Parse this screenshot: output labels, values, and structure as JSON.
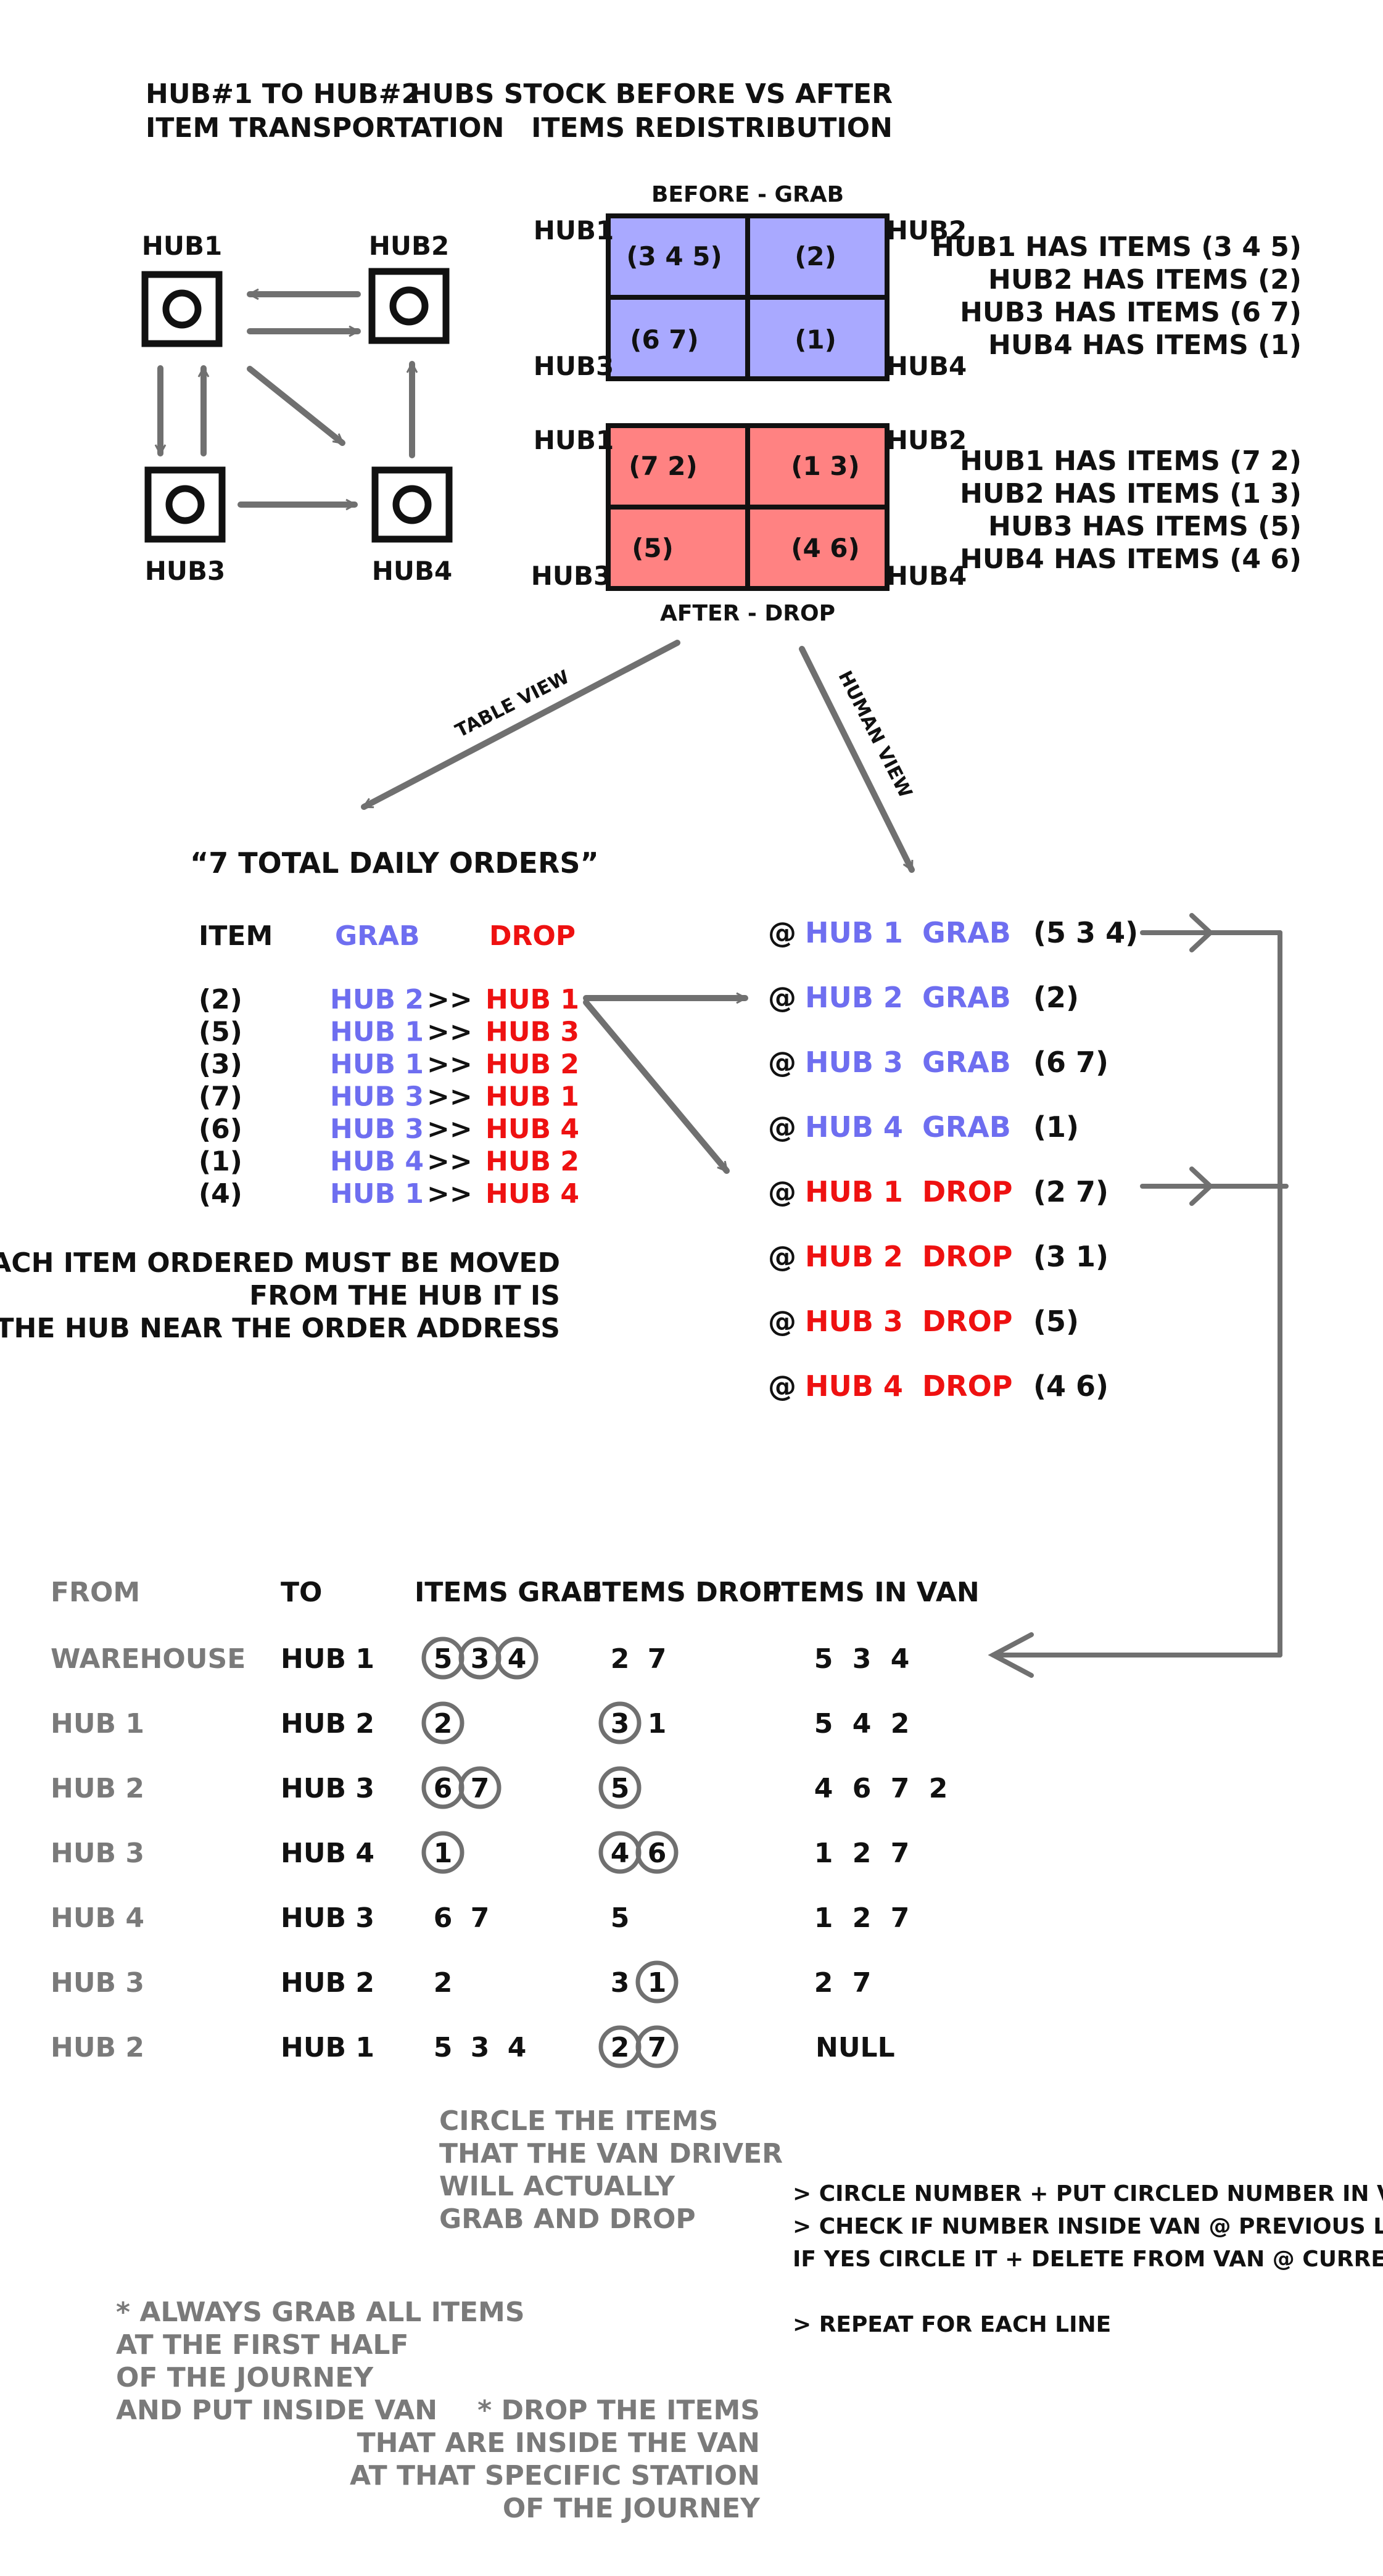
{
  "transport": {
    "title_line1": "HUB#1 TO HUB#2",
    "title_line2": "ITEM TRANSPORTATION",
    "hubs": [
      "HUB1",
      "HUB2",
      "HUB3",
      "HUB4"
    ]
  },
  "stock": {
    "title_line1": "HUBS STOCK BEFORE VS AFTER",
    "title_line2": "ITEMS REDISTRIBUTION",
    "before_label": "BEFORE - GRAB",
    "after_label": "AFTER - DROP",
    "hub_labels": [
      "HUB1",
      "HUB2",
      "HUB3",
      "HUB4"
    ],
    "before_cells": [
      "(3 4 5)",
      "(2)",
      "(6 7)",
      "(1)"
    ],
    "after_cells": [
      "(7 2)",
      "(1 3)",
      "(5)",
      "(4 6)"
    ],
    "before_text": [
      "HUB1 HAS ITEMS (3 4 5)",
      "HUB2 HAS ITEMS (2)",
      "HUB3 HAS ITEMS (6 7)",
      "HUB4 HAS ITEMS (1)"
    ],
    "after_text": [
      "HUB1 HAS ITEMS (7 2)",
      "HUB2 HAS ITEMS (1 3)",
      "HUB3 HAS ITEMS (5)",
      "HUB4 HAS ITEMS (4 6)"
    ]
  },
  "views": {
    "table_view": "TABLE VIEW",
    "human_view": "HUMAN VIEW"
  },
  "orders": {
    "title": "“7 TOTAL DAILY ORDERS”",
    "headers": [
      "ITEM",
      "GRAB",
      "DROP"
    ],
    "separator": ">>",
    "rows": [
      [
        "(2)",
        "HUB 2",
        "HUB 1"
      ],
      [
        "(5)",
        "HUB 1",
        "HUB 3"
      ],
      [
        "(3)",
        "HUB 1",
        "HUB 2"
      ],
      [
        "(7)",
        "HUB 3",
        "HUB 1"
      ],
      [
        "(6)",
        "HUB 3",
        "HUB 4"
      ],
      [
        "(1)",
        "HUB 4",
        "HUB 2"
      ],
      [
        "(4)",
        "HUB 1",
        "HUB 4"
      ]
    ],
    "note": [
      "EACH ITEM ORDERED MUST BE MOVED",
      "FROM THE HUB IT IS",
      "TO THE HUB NEAR THE ORDER ADDRESS"
    ]
  },
  "human": {
    "rows": [
      [
        "@",
        "HUB 1",
        "GRAB",
        "(5 3 4)"
      ],
      [
        "@",
        "HUB 2",
        "GRAB",
        "(2)"
      ],
      [
        "@",
        "HUB 3",
        "GRAB",
        "(6 7)"
      ],
      [
        "@",
        "HUB 4",
        "GRAB",
        "(1)"
      ],
      [
        "@",
        "HUB 1",
        "DROP",
        "(2 7)"
      ],
      [
        "@",
        "HUB 2",
        "DROP",
        "(3 1)"
      ],
      [
        "@",
        "HUB 3",
        "DROP",
        "(5)"
      ],
      [
        "@",
        "HUB 4",
        "DROP",
        "(4 6)"
      ]
    ]
  },
  "route": {
    "headers": [
      "FROM",
      "TO",
      "ITEMS GRAB",
      "ITEMS DROP",
      "ITEMS IN VAN"
    ],
    "rows": [
      {
        "from": "WAREHOUSE",
        "to": "HUB 1",
        "grab": [
          "5",
          "3",
          "4"
        ],
        "grab_circled": [
          true,
          true,
          true
        ],
        "drop": [
          "2",
          "7"
        ],
        "drop_circled": [
          false,
          false
        ],
        "van": [
          "5",
          "3",
          "4"
        ]
      },
      {
        "from": "HUB 1",
        "to": "HUB 2",
        "grab": [
          "2"
        ],
        "grab_circled": [
          true
        ],
        "drop": [
          "3",
          "1"
        ],
        "drop_circled": [
          true,
          false
        ],
        "van": [
          "5",
          "4",
          "2"
        ]
      },
      {
        "from": "HUB 2",
        "to": "HUB 3",
        "grab": [
          "6",
          "7"
        ],
        "grab_circled": [
          true,
          true
        ],
        "drop": [
          "5"
        ],
        "drop_circled": [
          true
        ],
        "van": [
          "4",
          "6",
          "7",
          "2"
        ]
      },
      {
        "from": "HUB 3",
        "to": "HUB 4",
        "grab": [
          "1"
        ],
        "grab_circled": [
          true
        ],
        "drop": [
          "4",
          "6"
        ],
        "drop_circled": [
          true,
          true
        ],
        "van": [
          "1",
          "2",
          "7"
        ]
      },
      {
        "from": "HUB 4",
        "to": "HUB 3",
        "grab": [
          "6",
          "7"
        ],
        "grab_circled": [
          false,
          false
        ],
        "drop": [
          "5"
        ],
        "drop_circled": [
          false
        ],
        "van": [
          "1",
          "2",
          "7"
        ]
      },
      {
        "from": "HUB 3",
        "to": "HUB 2",
        "grab": [
          "2"
        ],
        "grab_circled": [
          false
        ],
        "drop": [
          "3",
          "1"
        ],
        "drop_circled": [
          false,
          true
        ],
        "van": [
          "2",
          "7"
        ]
      },
      {
        "from": "HUB 2",
        "to": "HUB 1",
        "grab": [
          "5",
          "3",
          "4"
        ],
        "grab_circled": [
          false,
          false,
          false
        ],
        "drop": [
          "2",
          "7"
        ],
        "drop_circled": [
          true,
          true
        ],
        "van": [
          "NULL"
        ]
      }
    ]
  },
  "notes": {
    "circle": [
      "CIRCLE THE ITEMS",
      "THAT THE VAN DRIVER",
      "WILL ACTUALLY",
      "GRAB AND DROP"
    ],
    "instructions": [
      "> CIRCLE NUMBER + PUT CIRCLED NUMBER IN VAN",
      "> CHECK IF NUMBER INSIDE VAN @ PREVIOUS LINE",
      "IF YES CIRCLE IT + DELETE FROM VAN @ CURRENT LINE"
    ],
    "repeat": "> REPEAT FOR EACH LINE",
    "always": [
      "* ALWAYS GRAB ALL ITEMS",
      "AT THE FIRST HALF",
      "OF THE JOURNEY",
      "AND PUT INSIDE VAN"
    ],
    "drop": [
      "* DROP THE ITEMS",
      "THAT ARE INSIDE THE VAN",
      "AT THAT SPECIFIC STATION",
      "OF THE JOURNEY"
    ]
  },
  "colors": {
    "ink": "#111111",
    "arrow": "#707070",
    "grab_blue": "#6e6ef0",
    "drop_red": "#ee1111",
    "before_fill": "#a9a9ff",
    "after_fill": "#ff8282",
    "note_gray": "#7a7a7a"
  }
}
